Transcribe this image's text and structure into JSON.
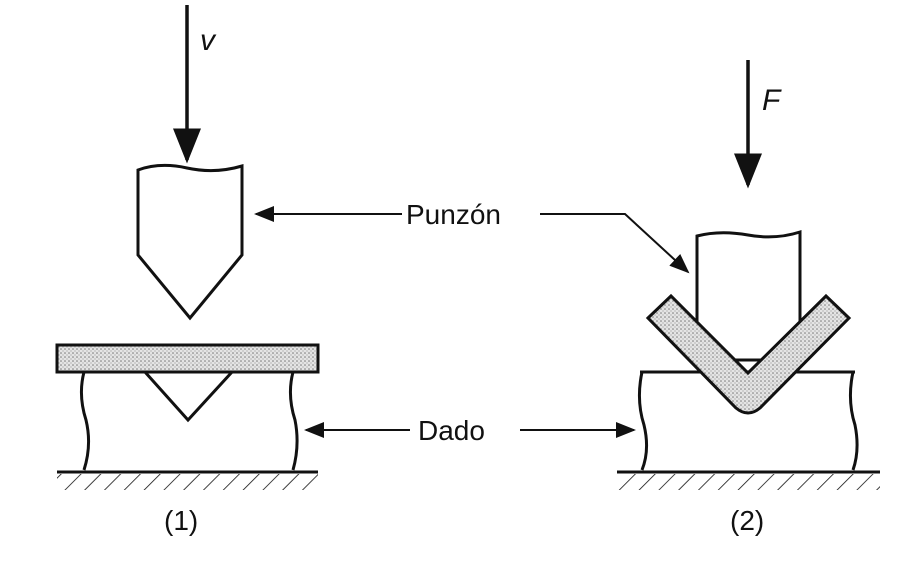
{
  "labels": {
    "velocity": "v",
    "force": "F",
    "punch": "Punzón",
    "die": "Dado",
    "stage1": "(1)",
    "stage2": "(2)"
  },
  "colors": {
    "ink": "#111111",
    "stipple": "#d9d9d9"
  }
}
